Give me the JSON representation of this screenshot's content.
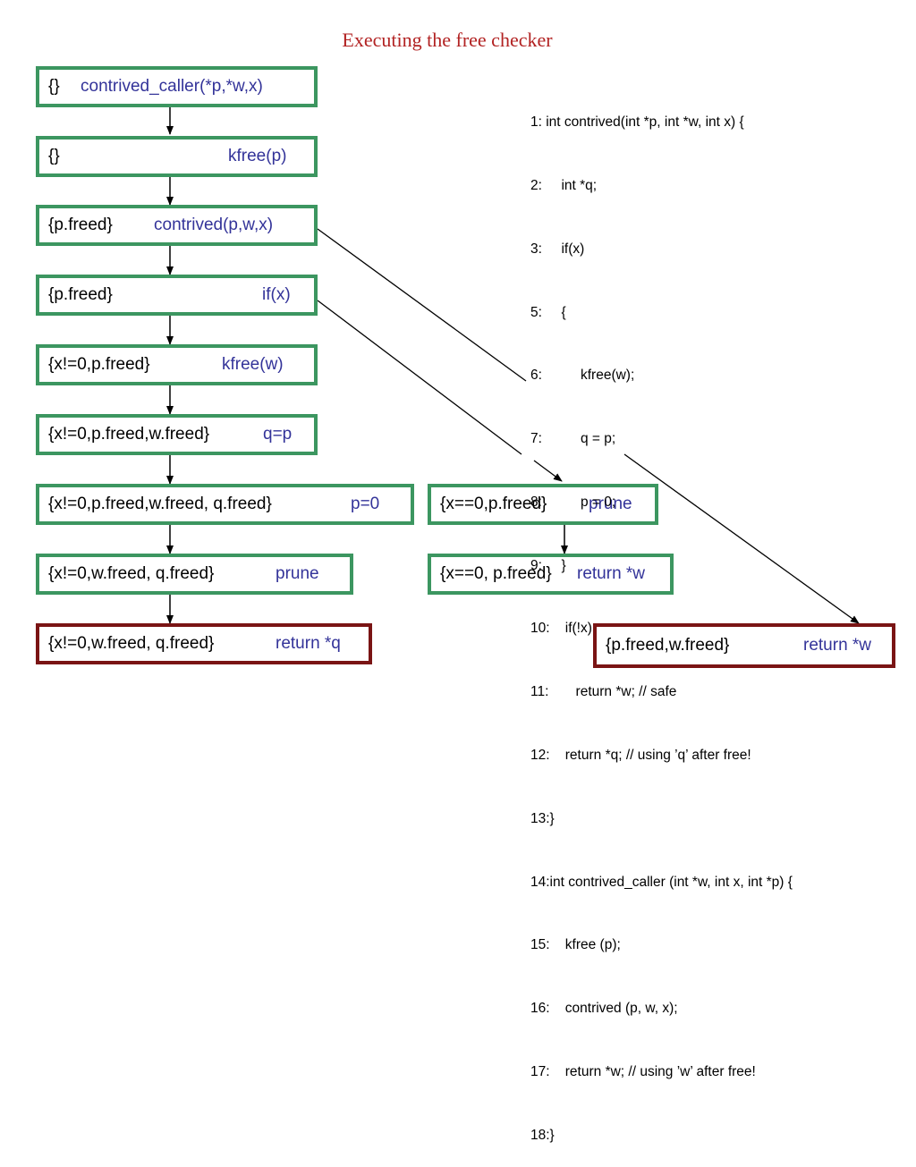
{
  "title": "Executing the free checker",
  "left_chain": [
    {
      "state": "{}",
      "action": "contrived_caller(*p,*w,x)"
    },
    {
      "state": "{}",
      "action": "kfree(p)"
    },
    {
      "state": "{p.freed}",
      "action": "contrived(p,w,x)"
    },
    {
      "state": "{p.freed}",
      "action": "if(x)"
    },
    {
      "state": "{x!=0,p.freed}",
      "action": "kfree(w)"
    },
    {
      "state": "{x!=0,p.freed,w.freed}",
      "action": "q=p"
    },
    {
      "state": "{x!=0,p.freed,w.freed, q.freed}",
      "action": "p=0"
    },
    {
      "state": "{x!=0,w.freed, q.freed}",
      "action": "prune"
    },
    {
      "state": "{x!=0,w.freed, q.freed}",
      "action": "return *q"
    }
  ],
  "mid_chain": [
    {
      "state": "{x==0,p.freed}",
      "action": "prune"
    },
    {
      "state": "{x==0, p.freed}",
      "action": "return *w"
    }
  ],
  "right_box": {
    "state": "{p.freed,w.freed}",
    "action": "return *w"
  },
  "code_lines": [
    "1: int contrived(int *p, int *w, int x) {",
    "2:     int *q;",
    "3:     if(x)",
    "5:     {",
    "6:          kfree(w);",
    "7:          q = p;",
    "8:          p = 0;",
    "9:     }",
    "10:    if(!x)",
    "11:       return *w; // safe",
    "12:    return *q; // using ’q’ after free!",
    "13:}",
    "14:int contrived_caller (int *w, int x, int *p) {",
    "15:    kfree (p);",
    "16:    contrived (p, w, x);",
    "17:    return *w; // using ’w’ after free!",
    "18:}"
  ],
  "colors": {
    "green_border": "#3c9660",
    "red_border": "#7a1414",
    "action_text": "#333399",
    "title_text": "#b22222"
  }
}
